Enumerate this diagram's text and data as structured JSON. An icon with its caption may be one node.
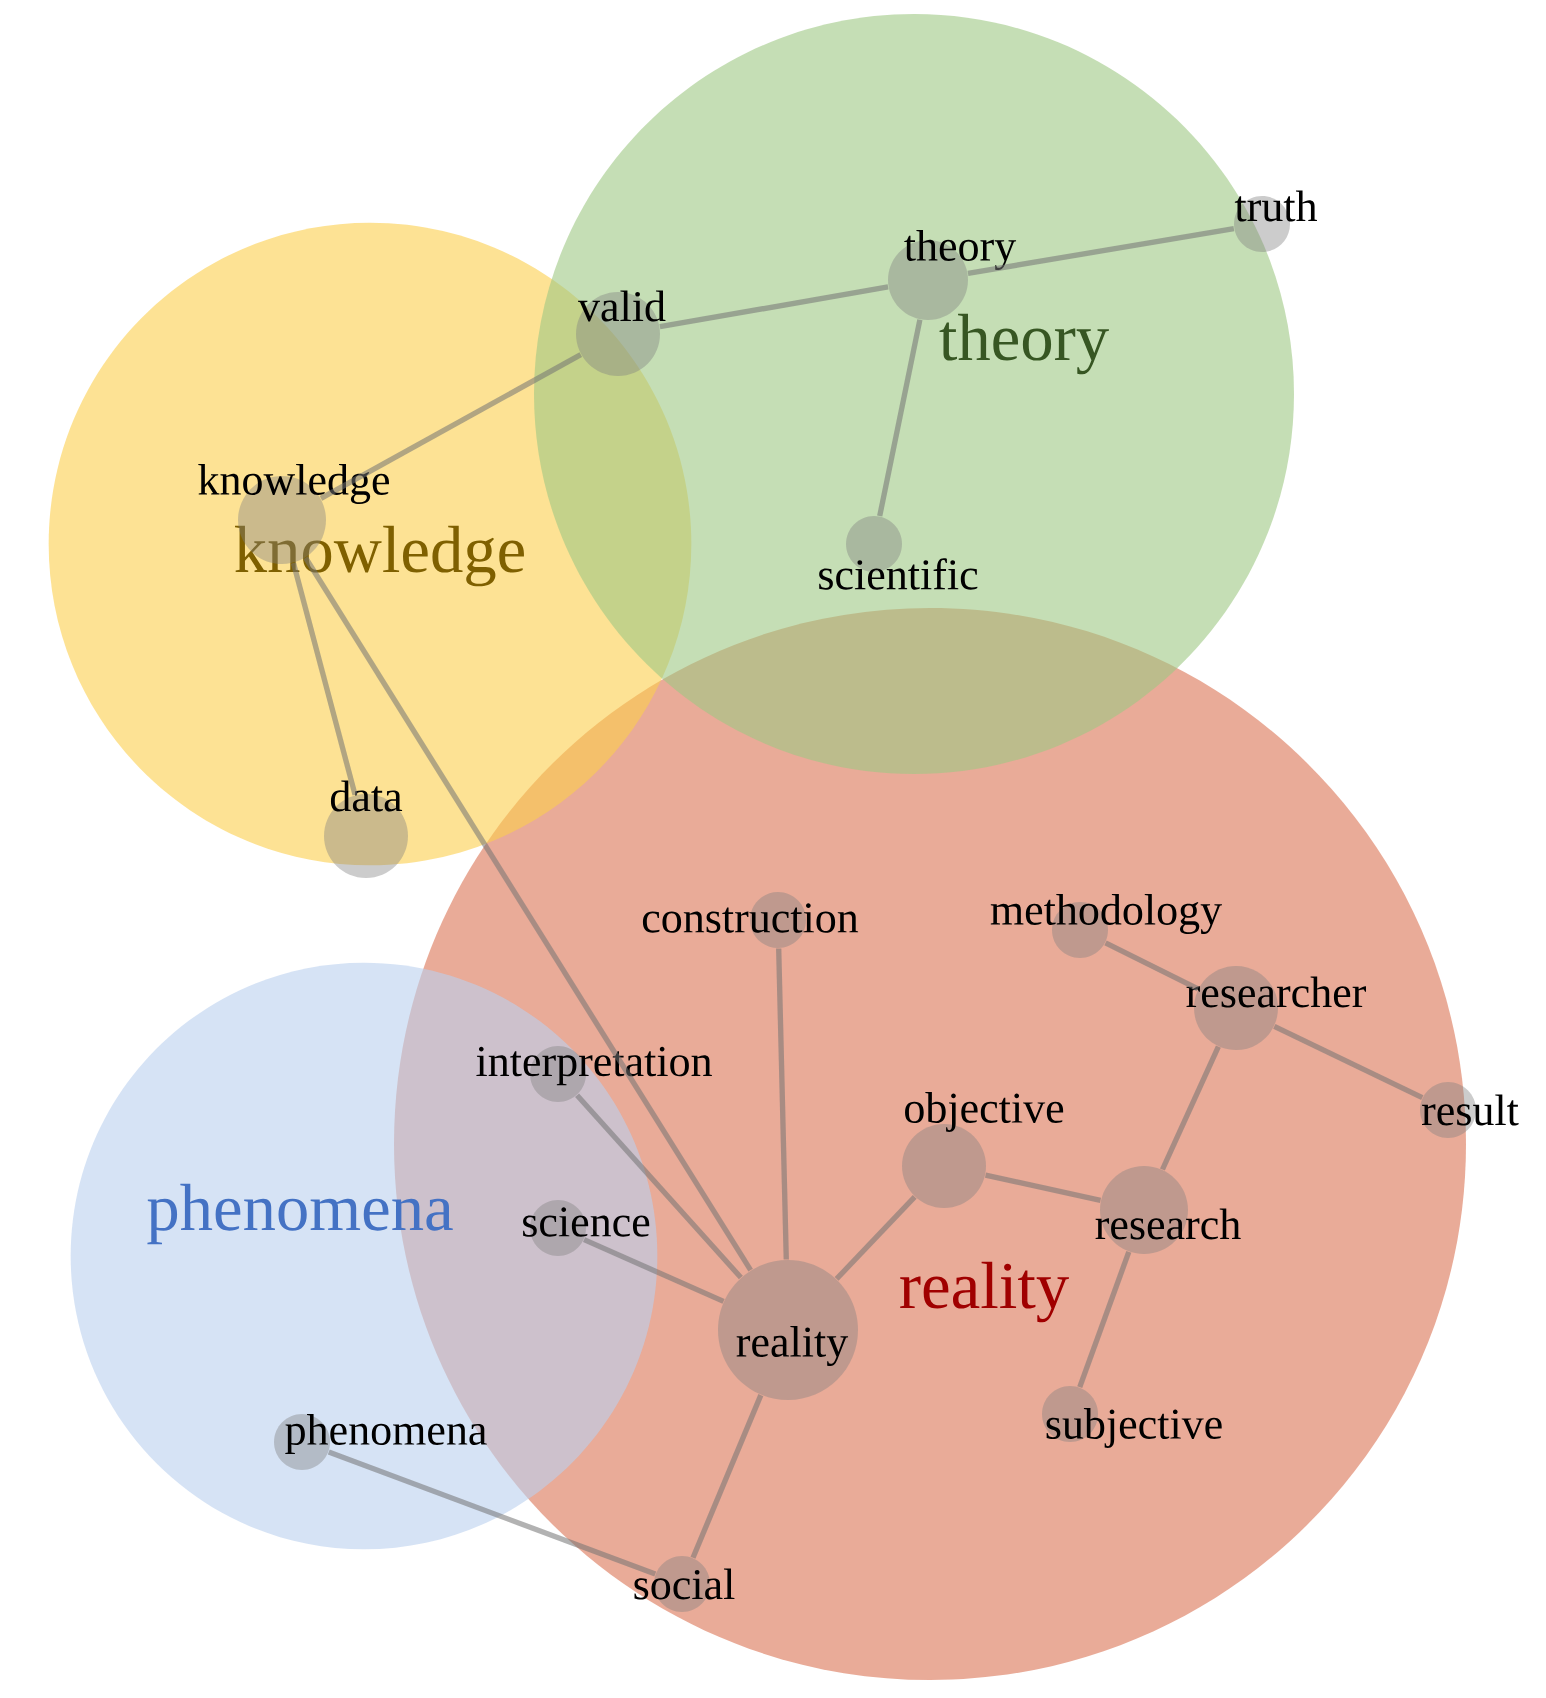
{
  "diagram": {
    "nodes": [
      {
        "text": [
          "theory"
        ]
      },
      {
        "text": [
          "knowledge"
        ]
      },
      {
        "text": [
          "reality"
        ]
      },
      {
        "text": [
          "phenomena"
        ]
      },
      {
        "text": [
          "truth"
        ]
      },
      {
        "text": [
          "theory"
        ],
        "in": 0
      },
      {
        "text": [
          "valid"
        ],
        "in": 0
      },
      {
        "text": [
          "knowledge"
        ],
        "in": 1
      },
      {
        "text": [
          "scientific"
        ],
        "in": 0
      },
      {
        "text": [
          "data"
        ]
      },
      {
        "text": [
          "construction"
        ],
        "in": 2
      },
      {
        "text": [
          "methodology"
        ],
        "in": 2
      },
      {
        "text": [
          "researcher"
        ],
        "in": 2
      },
      {
        "text": [
          "interpretation"
        ]
      },
      {
        "text": [
          "result"
        ]
      },
      {
        "text": [
          "objective"
        ],
        "in": 2
      },
      {
        "text": [
          "science"
        ]
      },
      {
        "text": [
          "research"
        ],
        "in": 2
      },
      {
        "text": [
          "reality"
        ],
        "in": 2
      },
      {
        "text": [
          "subjective"
        ],
        "in": 2
      },
      {
        "text": [
          "phenomena"
        ],
        "in": 3
      },
      {
        "text": [
          "social"
        ],
        "in": 2
      }
    ],
    "edges": [
      {
        "from": 6,
        "to": 5,
        "arrow": "none"
      },
      {
        "from": 5,
        "to": 4,
        "arrow": "none"
      },
      {
        "from": 5,
        "to": 8,
        "arrow": "none"
      },
      {
        "from": 7,
        "to": 6,
        "arrow": "none"
      },
      {
        "from": 7,
        "to": 9,
        "arrow": "none"
      },
      {
        "from": 7,
        "to": 18,
        "arrow": "none"
      },
      {
        "from": 10,
        "to": 18,
        "arrow": "none"
      },
      {
        "from": 13,
        "to": 18,
        "arrow": "none"
      },
      {
        "from": 16,
        "to": 18,
        "arrow": "none"
      },
      {
        "from": 18,
        "to": 15,
        "arrow": "none"
      },
      {
        "from": 15,
        "to": 17,
        "arrow": "none"
      },
      {
        "from": 17,
        "to": 12,
        "arrow": "none"
      },
      {
        "from": 17,
        "to": 19,
        "arrow": "none"
      },
      {
        "from": 11,
        "to": 12,
        "arrow": "none"
      },
      {
        "from": 12,
        "to": 14,
        "arrow": "none"
      },
      {
        "from": 18,
        "to": 21,
        "arrow": "none"
      },
      {
        "from": 20,
        "to": 21,
        "arrow": "none"
      }
    ]
  }
}
